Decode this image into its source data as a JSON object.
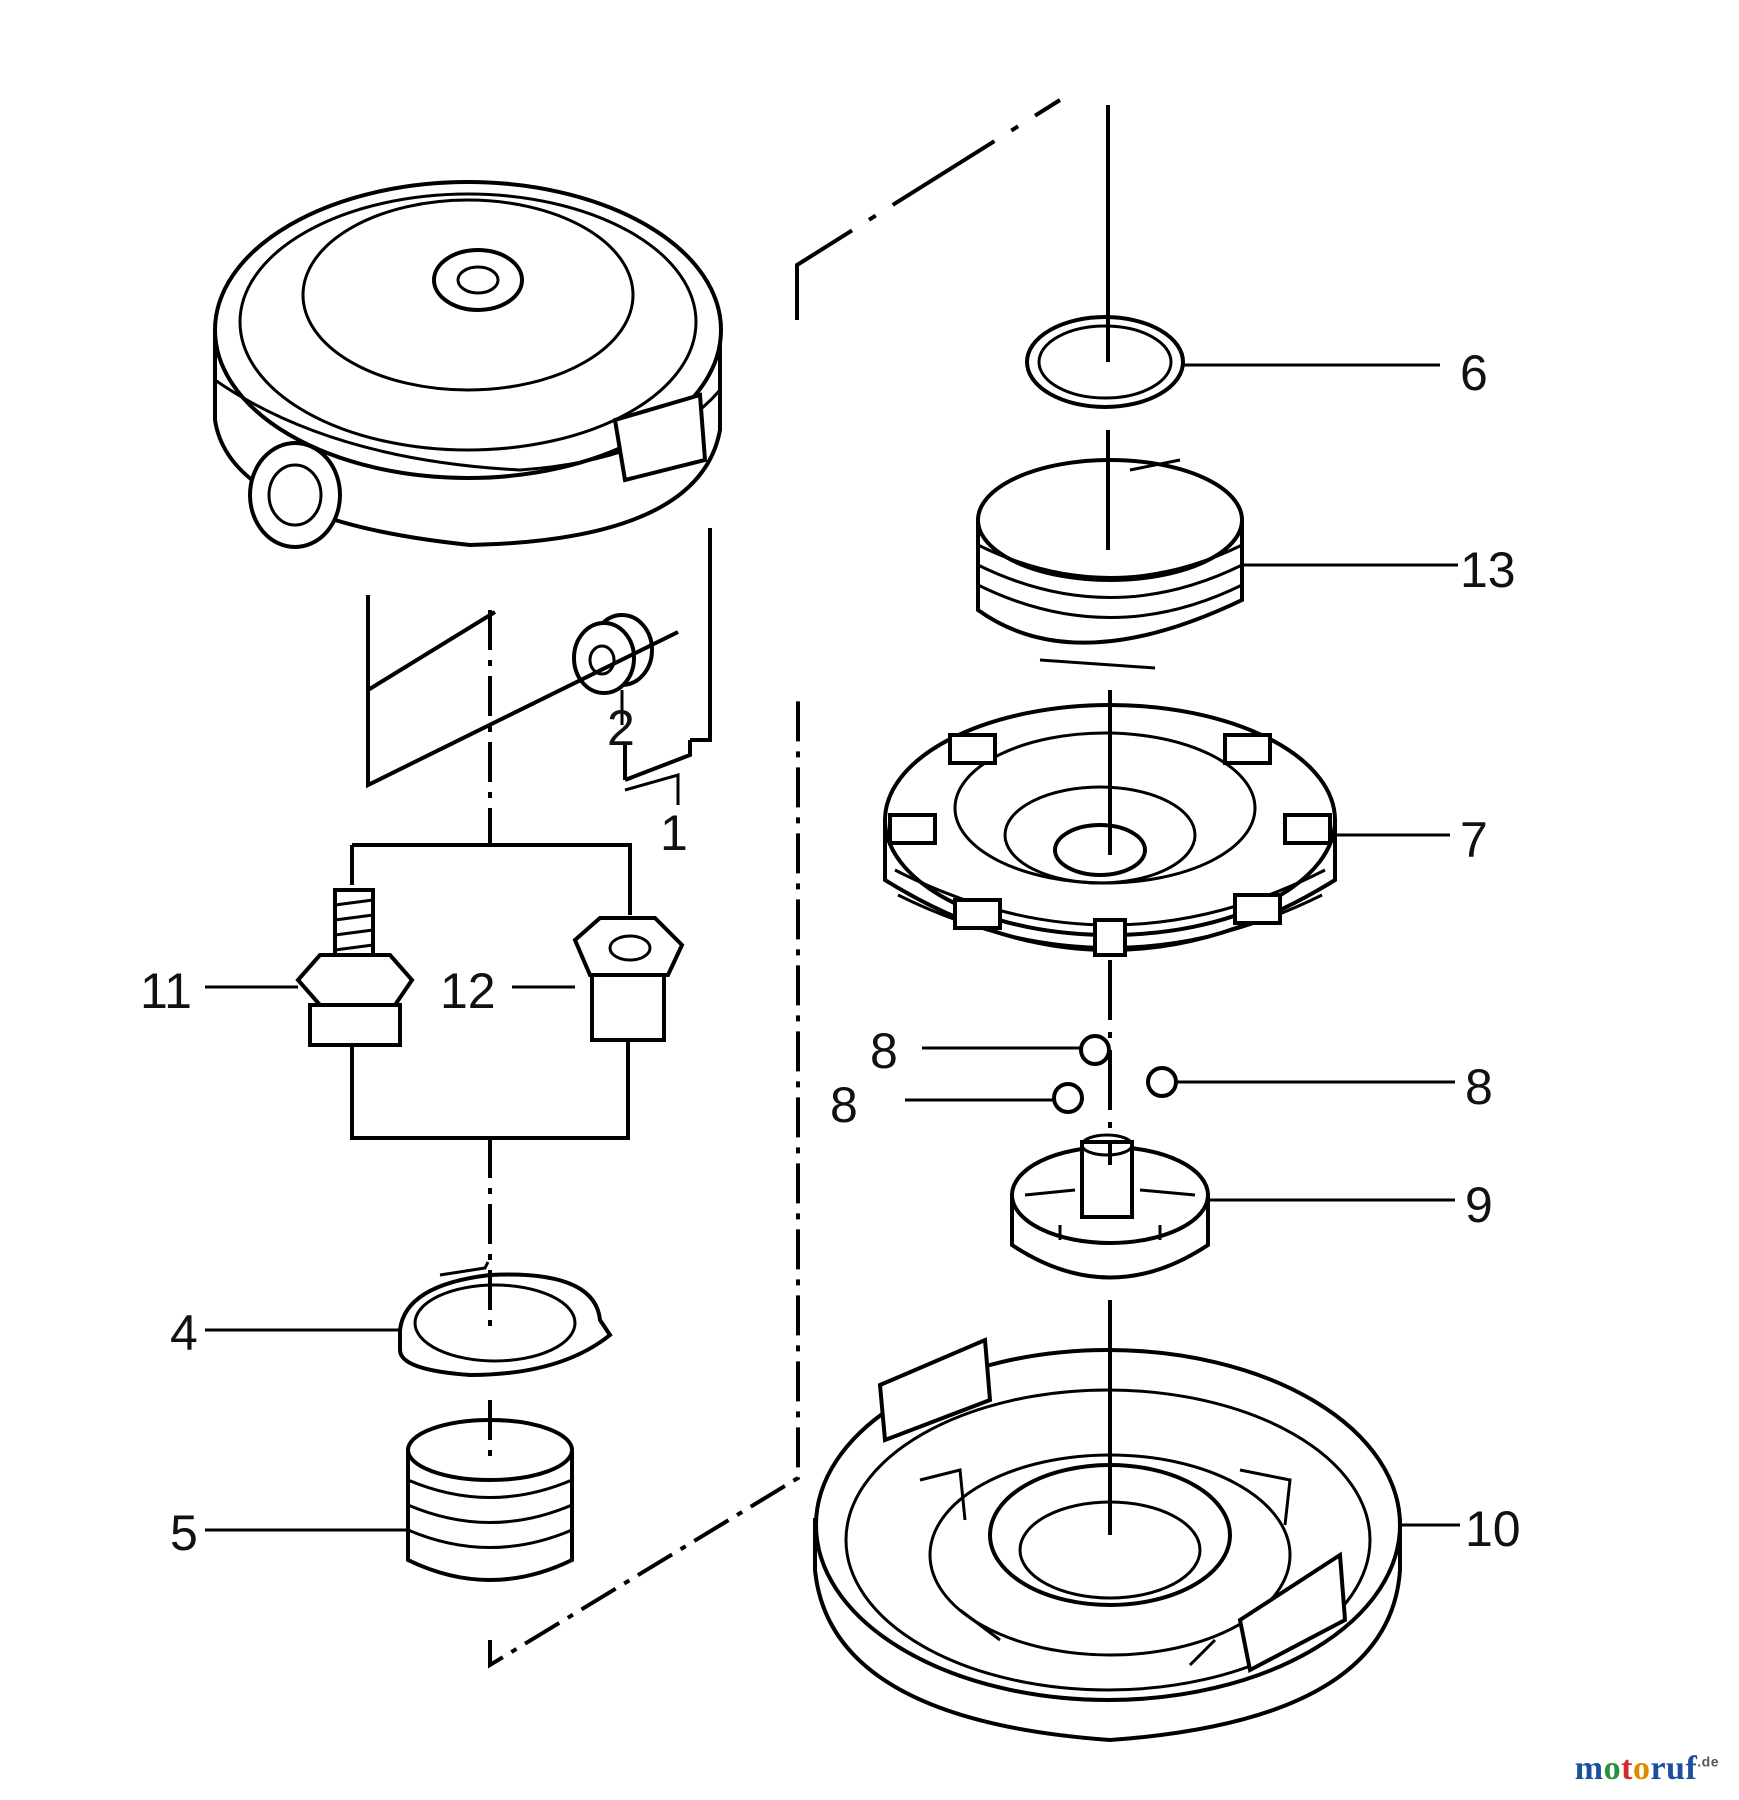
{
  "diagram": {
    "labels": {
      "p1": "1",
      "p2": "2",
      "p4": "4",
      "p5": "5",
      "p6": "6",
      "p7": "7",
      "p8a": "8",
      "p8b": "8",
      "p8c": "8",
      "p9": "9",
      "p10": "10",
      "p11": "11",
      "p12": "12",
      "p13": "13"
    }
  },
  "watermark": {
    "part1": "m",
    "part2": "o",
    "part3": "t",
    "part4": "o",
    "part5": "ruf",
    "tld": ".de"
  }
}
